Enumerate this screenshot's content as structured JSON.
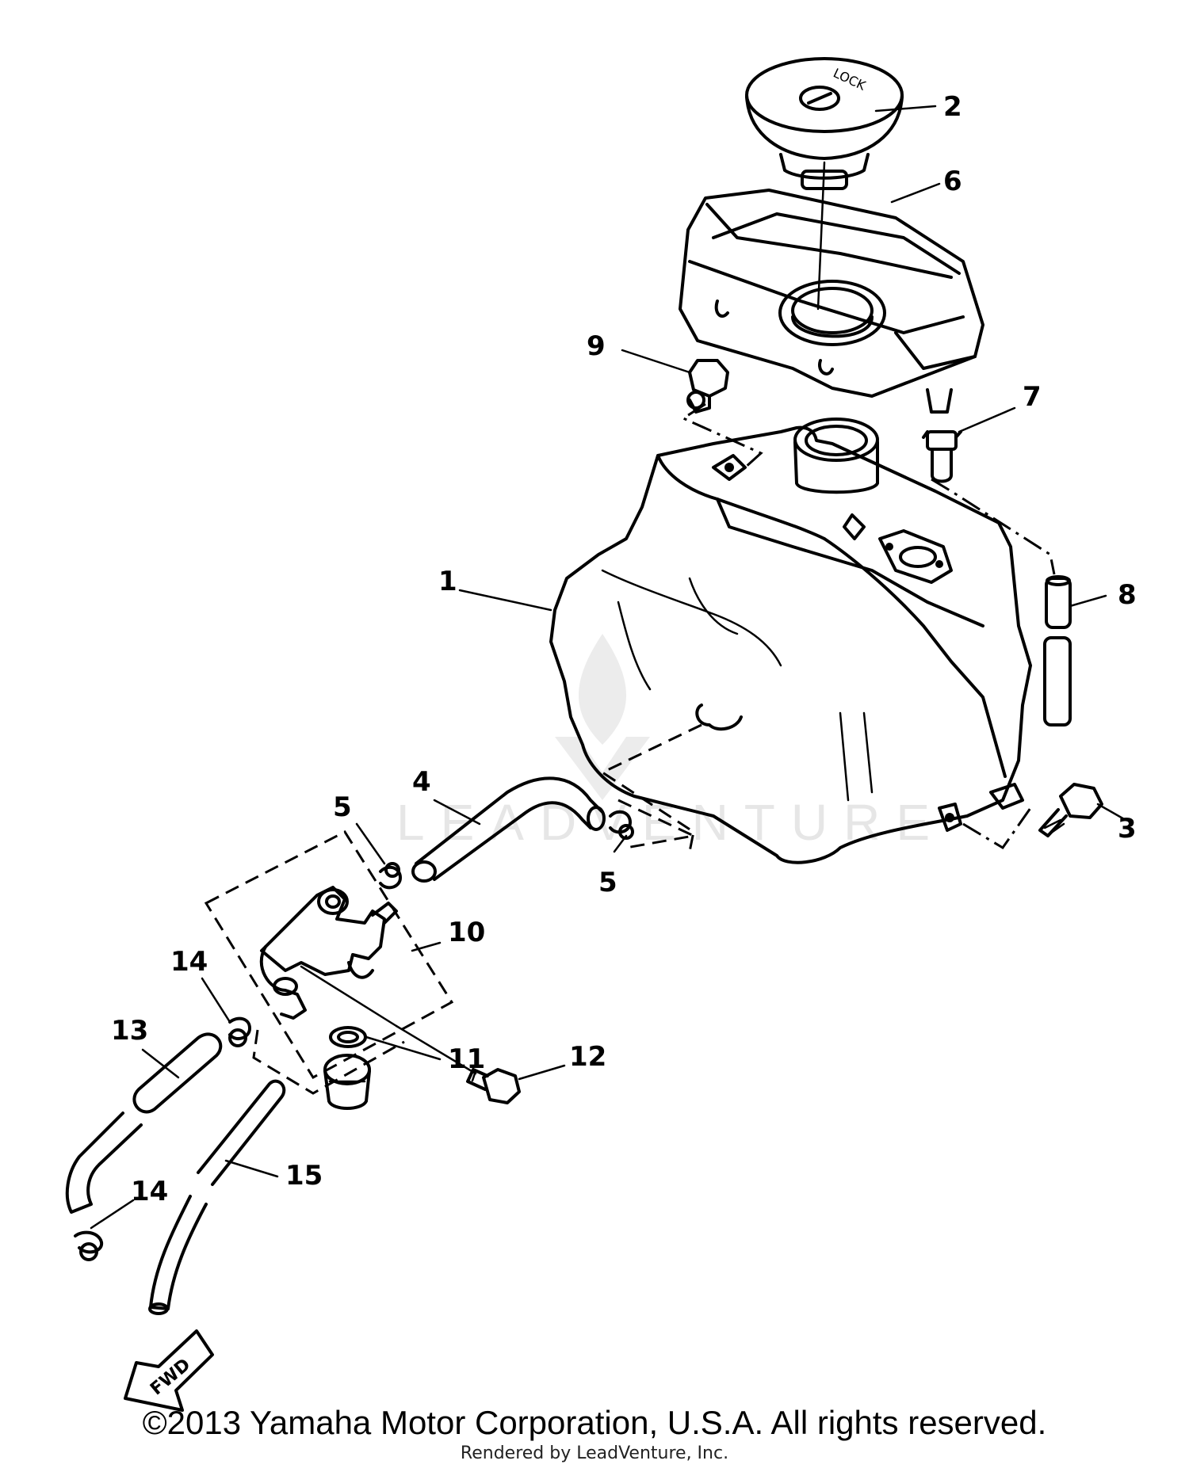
{
  "diagram": {
    "watermark": "LEADVENTURE",
    "fwd_label": "FWD",
    "cap_label": "LOCK",
    "callouts": [
      {
        "id": "c1",
        "text": "1"
      },
      {
        "id": "c2",
        "text": "2"
      },
      {
        "id": "c3",
        "text": "3"
      },
      {
        "id": "c4",
        "text": "4"
      },
      {
        "id": "c5a",
        "text": "5"
      },
      {
        "id": "c5b",
        "text": "5"
      },
      {
        "id": "c6",
        "text": "6"
      },
      {
        "id": "c7",
        "text": "7"
      },
      {
        "id": "c8",
        "text": "8"
      },
      {
        "id": "c9",
        "text": "9"
      },
      {
        "id": "c10",
        "text": "10"
      },
      {
        "id": "c11",
        "text": "11"
      },
      {
        "id": "c12",
        "text": "12"
      },
      {
        "id": "c13",
        "text": "13"
      },
      {
        "id": "c14a",
        "text": "14"
      },
      {
        "id": "c14b",
        "text": "14"
      },
      {
        "id": "c15",
        "text": "15"
      }
    ]
  },
  "footer": {
    "copyright": "©2013 Yamaha Motor Corporation, U.S.A. All rights reserved.",
    "rendered_by": "Rendered by LeadVenture, Inc."
  }
}
